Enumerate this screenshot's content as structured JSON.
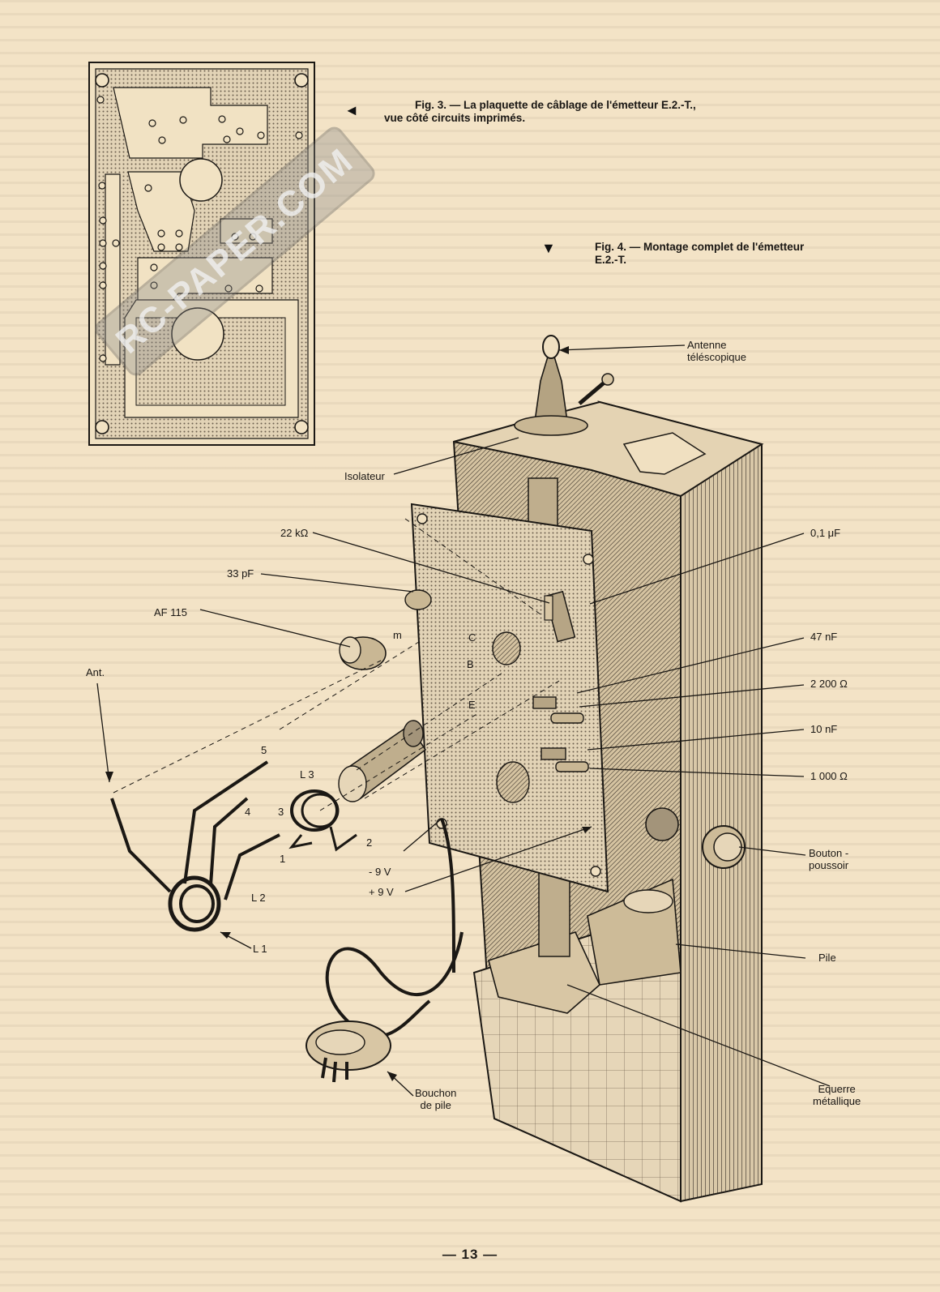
{
  "fig3": {
    "caption_line1": "Fig. 3. — La plaquette de câblage de l'émetteur E.2.-T.,",
    "caption_line2": "vue côté circuits imprimés."
  },
  "fig4": {
    "caption_line1": "Fig. 4. — Montage complet de l'émetteur",
    "caption_line2": "E.2.-T."
  },
  "watermark": "RC-PAPER.COM",
  "labels": {
    "antenne_1": "Antenne",
    "antenne_2": "téléscopique",
    "isolateur": "Isolateur",
    "r22k": "22 kΩ",
    "c33p": "33 pF",
    "af115": "AF 115",
    "ant": "Ant.",
    "m": "m",
    "c": "C",
    "b": "B",
    "e": "E",
    "c01u": "0,1 μF",
    "c47n": "47 nF",
    "r2200": "2 200 Ω",
    "c10n": "10 nF",
    "r1000": "1 000 Ω",
    "n5": "5",
    "n4": "4",
    "n3": "3",
    "n2": "2",
    "n1": "1",
    "l3": "L 3",
    "l2": "L 2",
    "l1": "L 1",
    "m9v": "- 9 V",
    "p9v": "+ 9 V",
    "bouton_1": "Bouton -",
    "bouton_2": "poussoir",
    "pile": "Pile",
    "equerre_1": "Equerre",
    "equerre_2": "métallique",
    "bouchon_1": "Bouchon",
    "bouchon_2": "de pile"
  },
  "page_number": "— 13 —"
}
